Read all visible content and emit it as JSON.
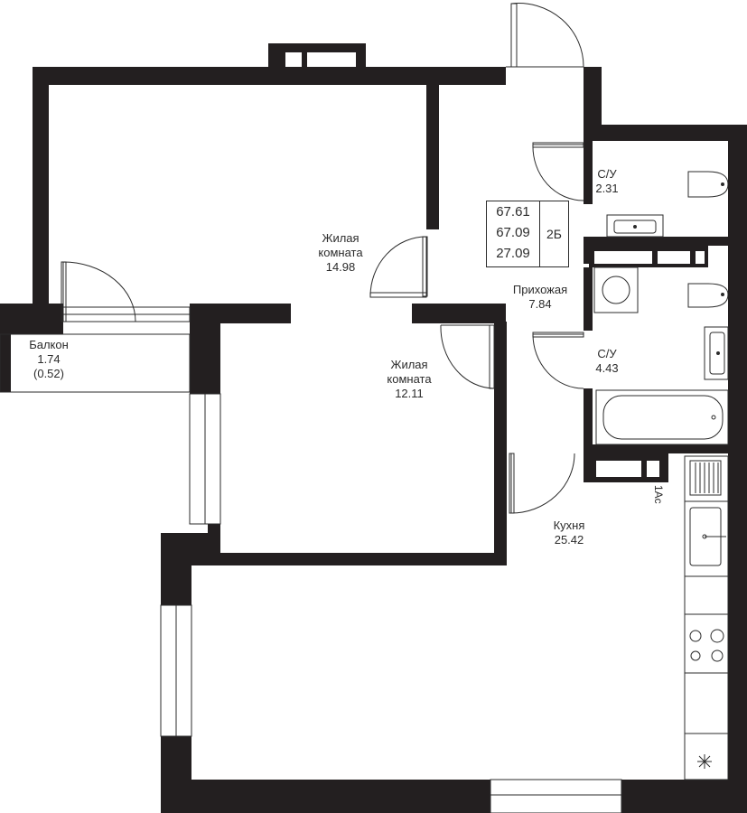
{
  "summary": {
    "total_area": "67.61",
    "living_area_full": "67.09",
    "living_area": "27.09",
    "apartment_code": "2Б"
  },
  "rooms": {
    "living1": {
      "name_line1": "Жилая",
      "name_line2": "комната",
      "area": "14.98"
    },
    "living2": {
      "name_line1": "Жилая",
      "name_line2": "комната",
      "area": "12.11"
    },
    "hall": {
      "name": "Прихожая",
      "area": "7.84"
    },
    "bath1": {
      "name": "С/У",
      "area": "2.31"
    },
    "bath2": {
      "name": "С/У",
      "area": "4.43"
    },
    "kitchen": {
      "name": "Кухня",
      "area": "25.42"
    },
    "balcony": {
      "name": "Балкон",
      "area": "1.74",
      "area_reduced": "(0.52)"
    }
  },
  "riser_label": "1Ас",
  "colors": {
    "wall": "#231f20",
    "line": "#2b2b2b",
    "background": "#ffffff"
  }
}
